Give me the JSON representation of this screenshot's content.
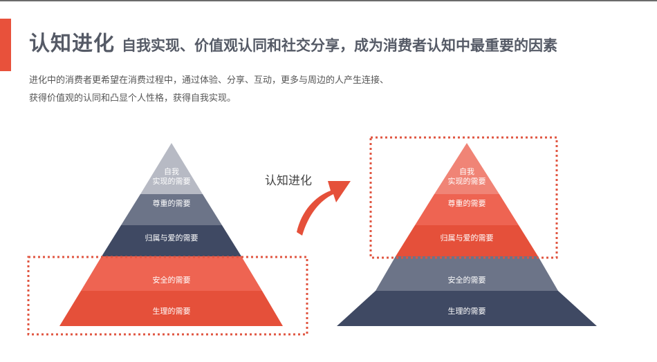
{
  "header": {
    "title_main": "认知进化",
    "title_sub": "自我实现、价值观认同和社交分享，成为消费者认知中最重要的因素"
  },
  "description": {
    "line1": "进化中的消费者更希望在消费过程中，通过体验、分享、互动，更多与周边的人产生连接、",
    "line2": "获得价值观的认同和凸显个人性格，获得自我实现。"
  },
  "arrow_label": "认知进化",
  "left_pyramid": {
    "tiers": [
      {
        "label_line1": "自我",
        "label_line2": "实现的需要",
        "color": "#b7bac4"
      },
      {
        "label_line1": "尊重的需要",
        "label_line2": "",
        "color": "#6c7488"
      },
      {
        "label_line1": "归属与爱的需要",
        "label_line2": "",
        "color": "#3f4963"
      },
      {
        "label_line1": "安全的需要",
        "label_line2": "",
        "color": "#ee6452"
      },
      {
        "label_line1": "生理的需要",
        "label_line2": "",
        "color": "#e5503a"
      }
    ]
  },
  "right_pyramid": {
    "tiers": [
      {
        "label_line1": "自我",
        "label_line2": "实现的需要",
        "color": "#f08476"
      },
      {
        "label_line1": "尊重的需要",
        "label_line2": "",
        "color": "#ee6452"
      },
      {
        "label_line1": "归属与爱的需要",
        "label_line2": "",
        "color": "#e5503a"
      },
      {
        "label_line1": "安全的需要",
        "label_line2": "",
        "color": "#6c7488"
      },
      {
        "label_line1": "生理的需要",
        "label_line2": "",
        "color": "#3f4963"
      }
    ]
  },
  "colors": {
    "accent": "#e8513b",
    "highlight_border": "#e05540",
    "title": "#555a66"
  }
}
